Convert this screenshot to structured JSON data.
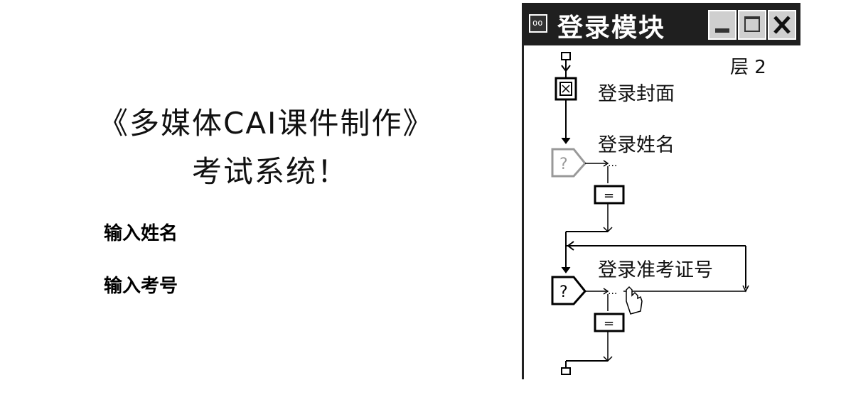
{
  "screen": {
    "title_line1": "《多媒体CAI课件制作》",
    "title_line2": "考试系统！",
    "name_label": "输入姓名",
    "id_label": "输入考号"
  },
  "window": {
    "title": "登录模块",
    "level_label": "层 2",
    "icons": {
      "cover": "登录封面",
      "name_input": "登录姓名",
      "id_input": "登录准考证号"
    },
    "title_icon_glyph": "oo",
    "minimize_icon": "minimize-icon",
    "maximize_icon": "maximize-icon",
    "close_icon": "close-icon",
    "decision_glyph": "?",
    "calc_glyph": "="
  }
}
